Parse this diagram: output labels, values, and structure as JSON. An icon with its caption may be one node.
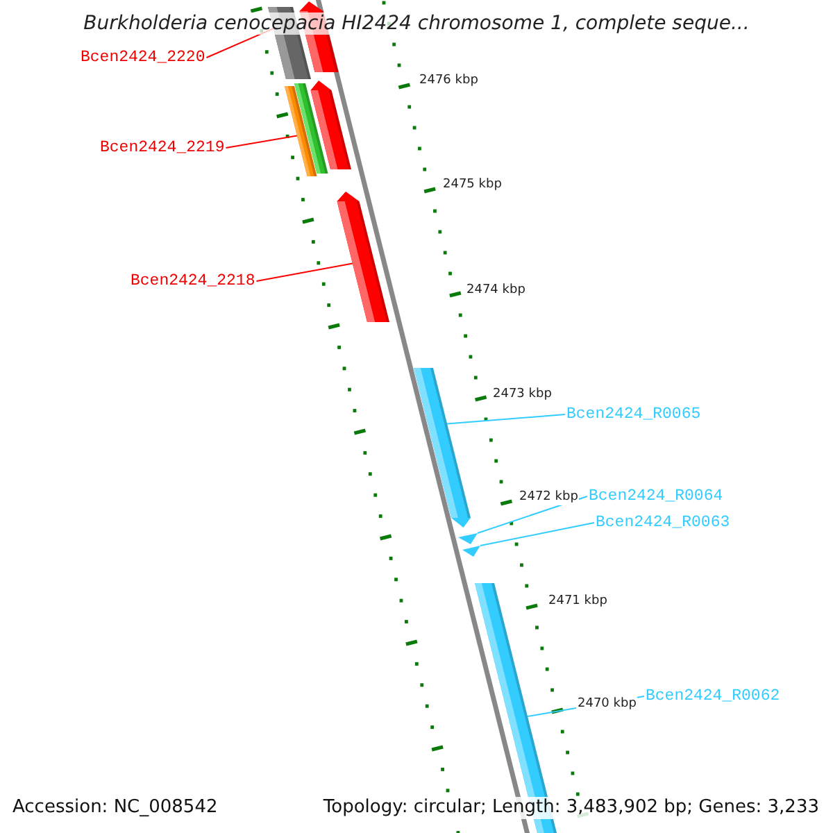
{
  "diagram": {
    "title": "Burkholderia cenocepacia HI2424 chromosome 1, complete seque...",
    "nodes": [
      {
        "text": [
          "Bcen2424_2220"
        ]
      },
      {
        "text": [],
        "shape": "bar"
      },
      {
        "text": [],
        "shape": "arrow"
      },
      {
        "text": [
          "Bcen2424_2219"
        ]
      },
      {
        "text": [],
        "shape": "bar"
      },
      {
        "text": [],
        "shape": "bar"
      },
      {
        "text": [],
        "shape": "arrow"
      },
      {
        "text": [
          "Bcen2424_2218"
        ]
      },
      {
        "text": [],
        "shape": "arrow"
      },
      {
        "text": [],
        "shape": "arrow"
      },
      {
        "text": [
          "Bcen2424_R0065"
        ]
      },
      {
        "text": [
          "Bcen2424_R0064"
        ]
      },
      {
        "text": [],
        "shape": "triangle"
      },
      {
        "text": [
          "Bcen2424_R0063"
        ]
      },
      {
        "text": [],
        "shape": "triangle"
      },
      {
        "text": [],
        "shape": "bar"
      },
      {
        "text": [
          "Bcen2424_R0062"
        ]
      }
    ],
    "edges": [
      {
        "from": 0,
        "to": 1,
        "arrow": "none",
        "color": "#ff0000"
      },
      {
        "from": 3,
        "to": 4,
        "arrow": "none",
        "color": "#ff0000"
      },
      {
        "from": 7,
        "to": 8,
        "arrow": "none",
        "color": "#ff0000"
      },
      {
        "from": 10,
        "to": 9,
        "arrow": "none"
      },
      {
        "from": 11,
        "to": 12,
        "arrow": "none"
      },
      {
        "from": 13,
        "to": 14,
        "arrow": "none"
      },
      {
        "from": 16,
        "to": 15,
        "arrow": "none"
      }
    ],
    "labels": [
      "2476 kbp",
      "2475 kbp",
      "2474 kbp",
      "2473 kbp",
      "2472 kbp",
      "2471 kbp",
      "2470 kbp",
      "Accession: NC_008542",
      "Topology: circular; Length: 3,483,902 bp; Genes: 3,233"
    ]
  }
}
